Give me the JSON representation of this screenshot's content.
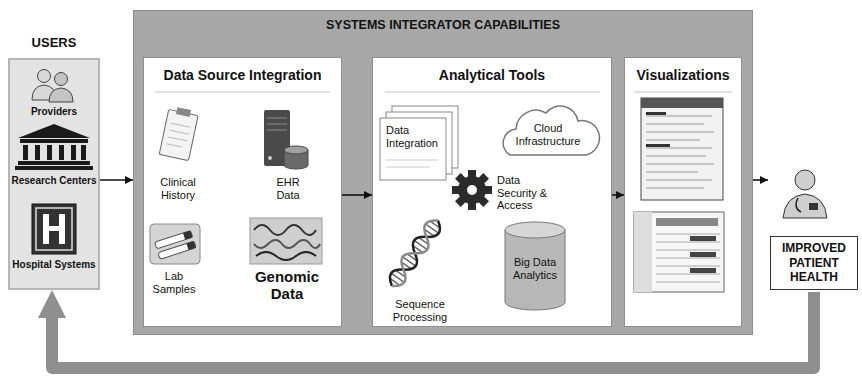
{
  "diagram": {
    "nodes": [
      {
        "text": [
          "USERS",
          "Providers",
          "Research Centers",
          "Hospital Systems"
        ]
      },
      {
        "text": [
          "SYSTEMS INTEGRATOR CAPABILITIES"
        ]
      },
      {
        "text": [
          "Data Source Integration",
          "Clinical History",
          "EHR Data",
          "Lab Samples",
          "Genomic Data"
        ],
        "in": 1
      },
      {
        "text": [
          "Analytical Tools",
          "Data Integration",
          "Cloud Infrastructure",
          "Data Security & Access",
          "Sequence Processing",
          "Big Data Analytics"
        ],
        "in": 1
      },
      {
        "text": [
          "Visualizations"
        ],
        "in": 1
      },
      {
        "text": [
          "IMPROVED PATIENT HEALTH"
        ]
      }
    ],
    "edges": [
      {
        "from": 0,
        "to": 1,
        "arrow": "to"
      },
      {
        "from": 2,
        "to": 3,
        "arrow": "to"
      },
      {
        "from": 3,
        "to": 4,
        "arrow": "to"
      },
      {
        "from": 1,
        "to": 5,
        "arrow": "to"
      },
      {
        "from": 5,
        "to": 0,
        "arrow": "to"
      }
    ]
  }
}
